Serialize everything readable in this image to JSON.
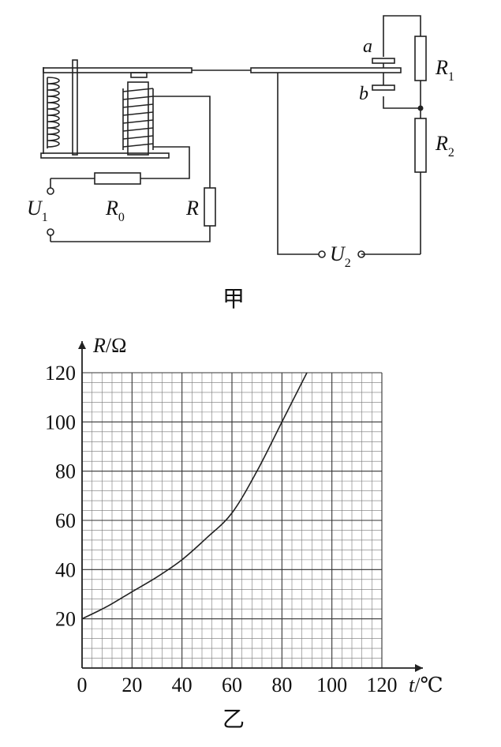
{
  "figure_a": {
    "caption": "甲",
    "labels": {
      "a": "a",
      "b": "b",
      "r1_main": "R",
      "r1_sub": "1",
      "r2_main": "R",
      "r2_sub": "2",
      "u1_main": "U",
      "u1_sub": "1",
      "u2_main": "U",
      "u2_sub": "2",
      "r0_main": "R",
      "r0_sub": "0",
      "r": "R"
    }
  },
  "figure_b": {
    "caption": "乙",
    "y_axis_label": "R/Ω",
    "x_axis_label": "t/℃"
  },
  "chart_data": {
    "type": "line",
    "x": [
      0,
      10,
      20,
      30,
      40,
      50,
      60,
      70,
      80,
      90
    ],
    "y": [
      20,
      25,
      31,
      37,
      44,
      53,
      63,
      80,
      100,
      120
    ],
    "xlabel": "t/℃",
    "ylabel": "R/Ω",
    "xlim": [
      0,
      120
    ],
    "ylim": [
      0,
      120
    ],
    "x_ticks": [
      "0",
      "20",
      "40",
      "60",
      "80",
      "100",
      "120"
    ],
    "y_ticks": [
      "20",
      "40",
      "60",
      "80",
      "100",
      "120"
    ],
    "grid": true,
    "series": [
      {
        "values": [
          20,
          25,
          31,
          37,
          44,
          53,
          63,
          80,
          100,
          120
        ]
      }
    ]
  }
}
